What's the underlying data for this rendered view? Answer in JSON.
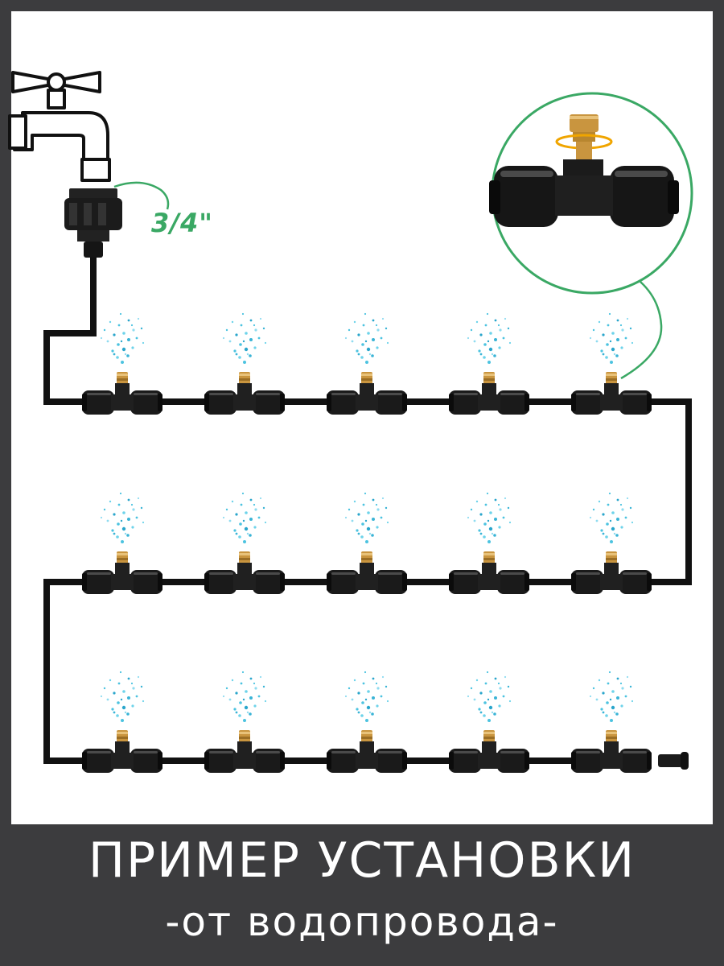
{
  "callout": {
    "thread_size": "3/4\""
  },
  "caption": {
    "title": "ПРИМЕР УСТАНОВКИ",
    "subtitle": "-от водопровода-"
  },
  "layout": {
    "rows": 3,
    "nozzles_per_row": 5,
    "end_cap": true
  },
  "colors": {
    "background": "#3c3c3e",
    "panel": "#ffffff",
    "pipe": "#111111",
    "accent_green": "#3aa864",
    "brass": "#c9953f",
    "mist": "#4cc3e0",
    "caption_text": "#ffffff"
  },
  "icons": [
    "water-tap-icon",
    "tap-adapter-icon",
    "tee-connector-icon",
    "brass-nozzle-icon",
    "water-spray-icon",
    "end-plug-icon"
  ]
}
